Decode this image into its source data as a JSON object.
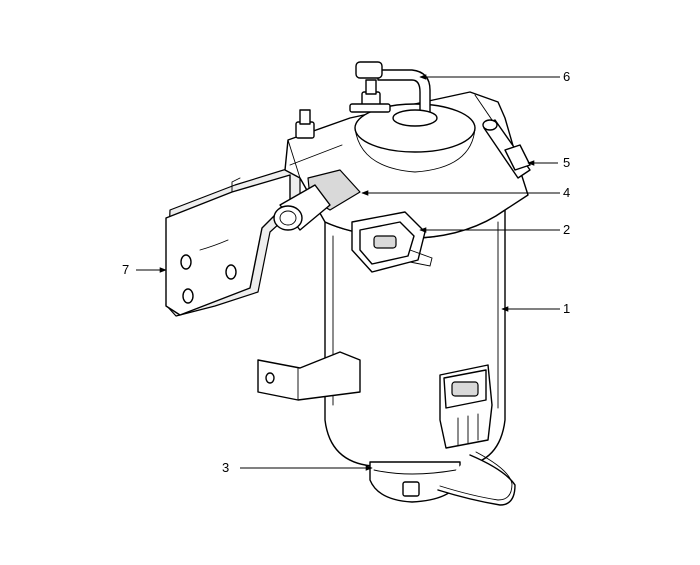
{
  "callouts": [
    {
      "id": "1",
      "text": "1"
    },
    {
      "id": "2",
      "text": "2"
    },
    {
      "id": "3",
      "text": "3"
    },
    {
      "id": "4",
      "text": "4"
    },
    {
      "id": "5",
      "text": "5"
    },
    {
      "id": "6",
      "text": "6"
    },
    {
      "id": "7",
      "text": "7"
    }
  ]
}
